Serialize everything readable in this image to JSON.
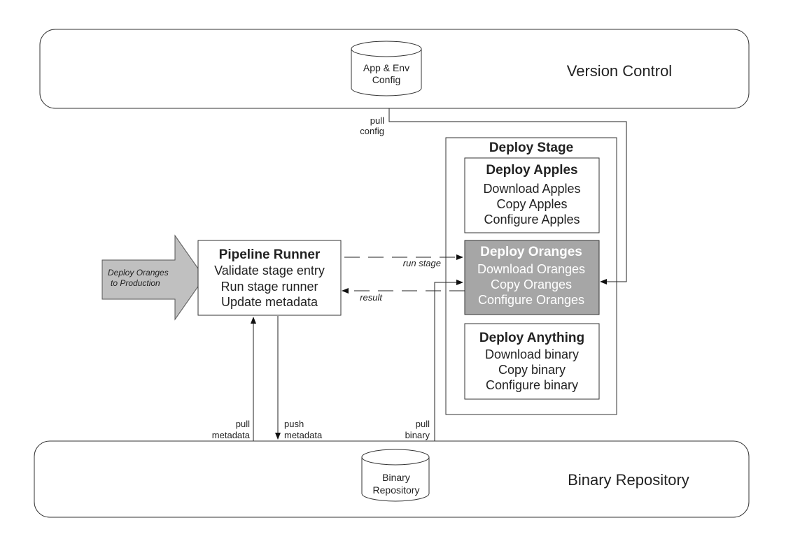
{
  "version_control": {
    "title": "Version Control",
    "database": [
      "App & Env",
      "Config"
    ]
  },
  "binary_repository": {
    "title": "Binary Repository",
    "database": [
      "Binary",
      "Repository"
    ]
  },
  "trigger": {
    "lines": [
      "Deploy Oranges",
      "to Production"
    ]
  },
  "pipeline_runner": {
    "title": "Pipeline Runner",
    "steps": [
      "Validate stage entry",
      "Run stage runner",
      "Update metadata"
    ]
  },
  "deploy_stage": {
    "title": "Deploy Stage",
    "boxes": [
      {
        "title": "Deploy Apples",
        "steps": [
          "Download Apples",
          "Copy Apples",
          "Configure Apples"
        ],
        "highlighted": false
      },
      {
        "title": "Deploy Oranges",
        "steps": [
          "Download Oranges",
          "Copy Oranges",
          "Configure Oranges"
        ],
        "highlighted": true
      },
      {
        "title": "Deploy Anything",
        "steps": [
          "Download binary",
          "Copy binary",
          "Configure binary"
        ],
        "highlighted": false
      }
    ]
  },
  "edge_labels": {
    "pull_config": [
      "pull",
      "config"
    ],
    "run_stage": "run stage",
    "result": "result",
    "pull_metadata": [
      "pull",
      "metadata"
    ],
    "push_metadata": [
      "push",
      "metadata"
    ],
    "pull_binary": [
      "pull",
      "binary"
    ]
  },
  "colors": {
    "highlight_fill": "#a6a6a6",
    "trigger_fill": "#c0c0c0",
    "line": "#222222"
  }
}
